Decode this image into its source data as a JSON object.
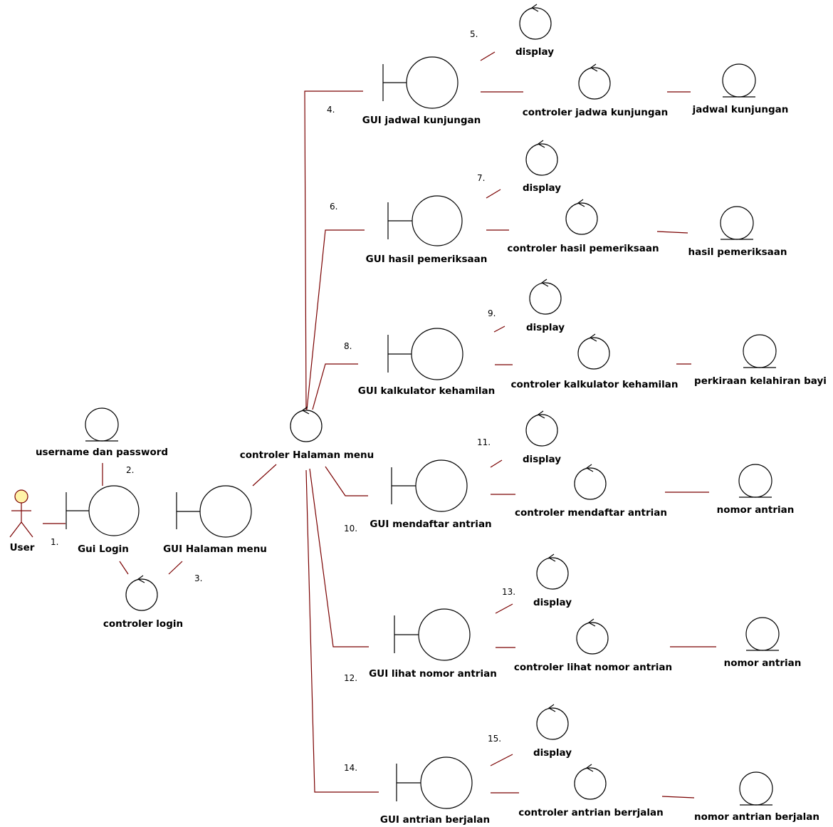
{
  "colors": {
    "link": "#7a0000",
    "actor_head_fill": "#fff3a8",
    "shape_stroke": "#000000"
  },
  "actor": {
    "label": "User"
  },
  "entities": {
    "username_password": "username dan password",
    "jadwal_kunjungan": "jadwal kunjungan",
    "hasil_pemeriksaan": "hasil pemeriksaan",
    "perkiraan_kelahiran": "perkiraan kelahiran bayi",
    "nomor_antrian_1": "nomor antrian",
    "nomor_antrian_2": "nomor antrian",
    "nomor_antrian_berjalan": "nomor antrian berjalan"
  },
  "boundaries": {
    "gui_login": "Gui Login",
    "gui_halaman_menu": "GUI Halaman menu",
    "gui_jadwal": "GUI jadwal kunjungan",
    "gui_hasil": "GUI hasil pemeriksaan",
    "gui_kalkulator": "GUI kalkulator kehamilan",
    "gui_mendaftar": "GUI mendaftar antrian",
    "gui_lihat": "GUI lihat nomor antrian",
    "gui_berjalan": "GUI antrian berjalan"
  },
  "controls": {
    "controler_login": "controler login",
    "controler_menu": "controler Halaman menu",
    "display_1": "display",
    "display_2": "display",
    "display_3": "display",
    "display_4": "display",
    "display_5": "display",
    "display_6": "display",
    "controler_jadwal": "controler jadwa kunjungan",
    "controler_hasil": "controler hasil pemeriksaan",
    "controler_kalkulator": "controler kalkulator kehamilan",
    "controler_mendaftar": "controler mendaftar antrian",
    "controler_lihat": "controler lihat nomor antrian",
    "controler_berjalan": "controler antrian berrjalan"
  },
  "messages": {
    "m1": "1.",
    "m2": "2.",
    "m3": "3.",
    "m4": "4.",
    "m5": "5.",
    "m6": "6.",
    "m7": "7.",
    "m8": "8.",
    "m9": "9.",
    "m10": "10.",
    "m11": "11.",
    "m12": "12.",
    "m13": "13.",
    "m14": "14.",
    "m15": "15."
  }
}
